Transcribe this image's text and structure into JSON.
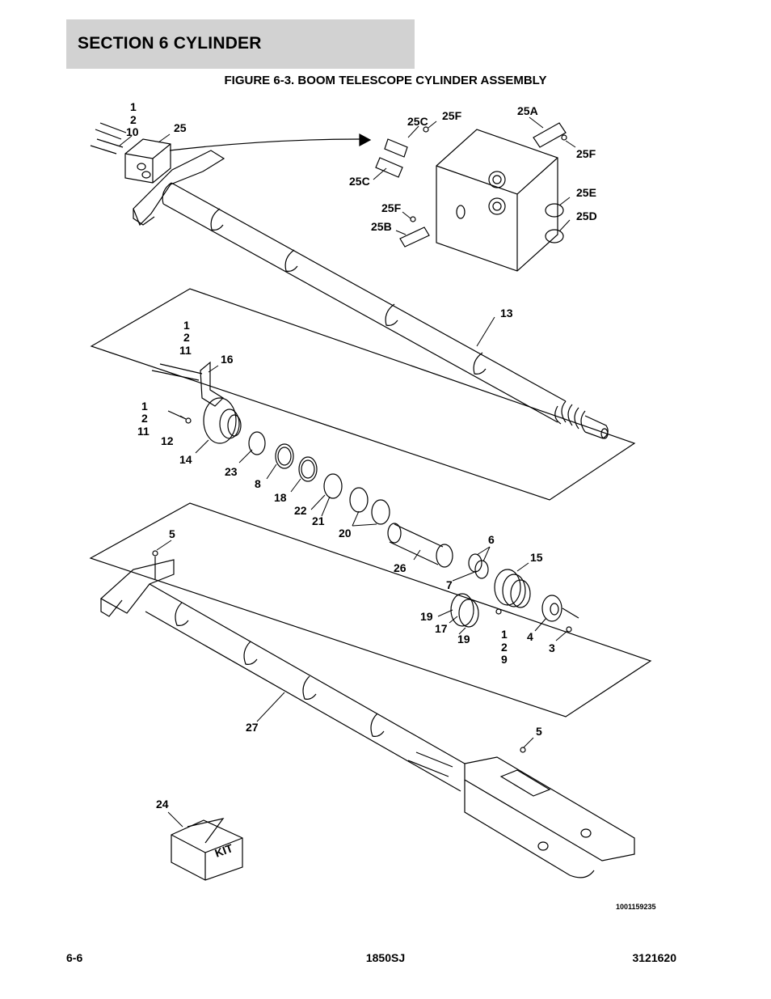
{
  "header": {
    "section_title": "SECTION 6   CYLINDER",
    "figure_title": "FIGURE 6-3. BOOM TELESCOPE CYLINDER ASSEMBLY"
  },
  "callouts": {
    "c1a": "1",
    "c2a": "2",
    "c10": "10",
    "c25": "25",
    "c25c1": "25C",
    "c25f1": "25F",
    "c25a": "25A",
    "c25f2": "25F",
    "c25c2": "25C",
    "c25e": "25E",
    "c25f3": "25F",
    "c25d": "25D",
    "c25b": "25B",
    "c13": "13",
    "c1b": "1",
    "c2b": "2",
    "c11a": "11",
    "c16": "16",
    "c1c": "1",
    "c2c": "2",
    "c11b": "11",
    "c12": "12",
    "c14": "14",
    "c23": "23",
    "c8": "8",
    "c18": "18",
    "c22": "22",
    "c21": "21",
    "c20": "20",
    "c5a": "5",
    "c6": "6",
    "c15": "15",
    "c26": "26",
    "c7": "7",
    "c19a": "19",
    "c17": "17",
    "c19b": "19",
    "c1d": "1",
    "c2d": "2",
    "c9": "9",
    "c4": "4",
    "c3": "3",
    "c27": "27",
    "c5b": "5",
    "c24": "24",
    "kit": "KIT"
  },
  "drawing_number": "1001159235",
  "footer": {
    "page": "6-6",
    "model": "1850SJ",
    "manual_number": "3121620"
  }
}
